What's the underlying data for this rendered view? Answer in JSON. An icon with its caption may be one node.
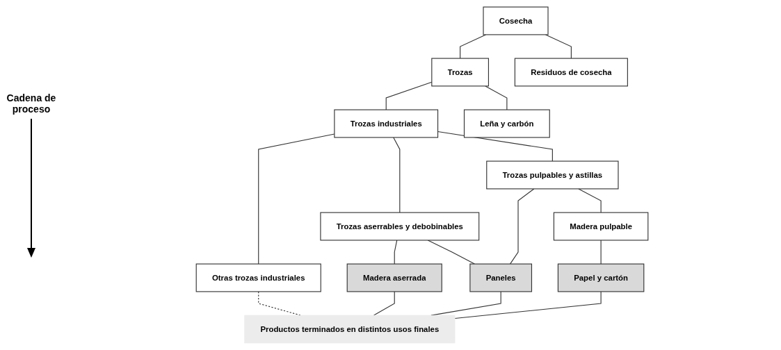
{
  "diagram": {
    "nodes": [
      {
        "text": [
          "Cosecha"
        ]
      },
      {
        "text": [
          "Trozas"
        ]
      },
      {
        "text": [
          "Residuos de cosecha"
        ]
      },
      {
        "text": [
          "Trozas industriales"
        ]
      },
      {
        "text": [
          "Leña y carbón"
        ]
      },
      {
        "text": [
          "Trozas aserrables y debobinables"
        ]
      },
      {
        "text": [
          "Trozas pulpables y astillas"
        ]
      },
      {
        "text": [
          "Otras trozas industriales"
        ]
      },
      {
        "text": [
          "Madera pulpable"
        ]
      },
      {
        "text": [
          "Madera aserrada"
        ]
      },
      {
        "text": [
          "Paneles"
        ]
      },
      {
        "text": [
          "Papel y cartón"
        ]
      },
      {
        "text": [
          "Productos terminados en distintos usos finales"
        ]
      }
    ],
    "edges": [
      {
        "from": 0,
        "to": 1,
        "arrow": "none"
      },
      {
        "from": 0,
        "to": 2,
        "arrow": "none"
      },
      {
        "from": 1,
        "to": 3,
        "arrow": "none"
      },
      {
        "from": 1,
        "to": 4,
        "arrow": "none"
      },
      {
        "from": 3,
        "to": 5,
        "arrow": "none"
      },
      {
        "from": 3,
        "to": 6,
        "arrow": "none"
      },
      {
        "from": 3,
        "to": 7,
        "arrow": "none"
      },
      {
        "from": 5,
        "to": 9,
        "arrow": "none"
      },
      {
        "from": 5,
        "to": 10,
        "arrow": "none"
      },
      {
        "from": 6,
        "to": 10,
        "arrow": "none"
      },
      {
        "from": 6,
        "to": 8,
        "arrow": "none"
      },
      {
        "from": 8,
        "to": 11,
        "arrow": "none"
      },
      {
        "from": 7,
        "to": 12,
        "arrow": "none",
        "style": "dashed"
      },
      {
        "from": 9,
        "to": 12,
        "arrow": "none"
      },
      {
        "from": 10,
        "to": 12,
        "arrow": "none"
      },
      {
        "from": 11,
        "to": 12,
        "arrow": "none"
      }
    ],
    "labels": [
      "Cadena de proceso"
    ]
  }
}
